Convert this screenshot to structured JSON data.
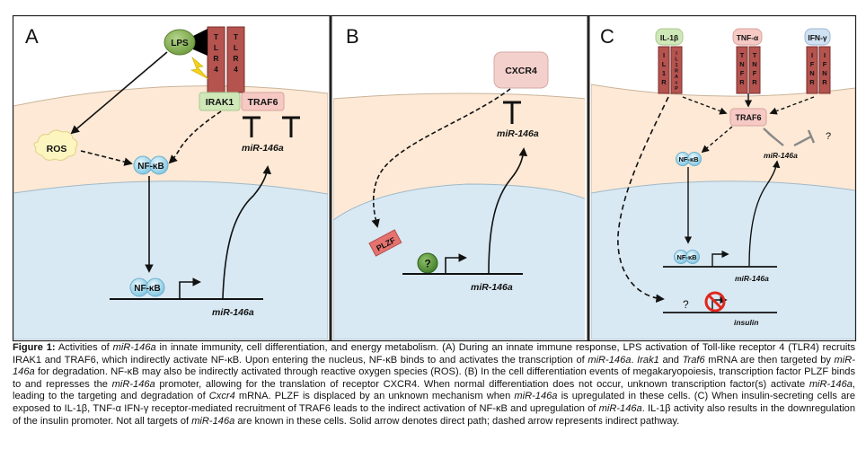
{
  "panels": {
    "a": {
      "letter": "A",
      "lps": "LPS",
      "tlr4_left": [
        "T",
        "L",
        "R",
        "4"
      ],
      "tlr4_right": [
        "T",
        "L",
        "R",
        "4"
      ],
      "irak1": "IRAK1",
      "traf6": "TRAF6",
      "ros": "ROS",
      "nfkb_cyto": "NF-κB",
      "nfkb_nuc": "NF-κB",
      "mir_cyto": "miR-146a",
      "mir_gene": "miR-146a"
    },
    "b": {
      "letter": "B",
      "cxcr4": "CXCR4",
      "mir_cyto": "miR-146a",
      "plzf": "PLZF",
      "unknown": "?",
      "mir_gene": "miR-146a"
    },
    "c": {
      "letter": "C",
      "il1b": "IL-1β",
      "tnfa": "TNF-α",
      "ifng": "IFN-γ",
      "il1r_left": [
        "I",
        "L",
        "1",
        "R"
      ],
      "il1r_right": [
        "I",
        "L",
        "1",
        "R",
        "A",
        "c",
        "P"
      ],
      "tnfr_left": [
        "T",
        "N",
        "F",
        "R"
      ],
      "tnfr_right": [
        "T",
        "N",
        "F",
        "R"
      ],
      "ifnr_left": [
        "I",
        "F",
        "N",
        "R"
      ],
      "ifnr_right": [
        "I",
        "F",
        "N",
        "R"
      ],
      "traf6": "TRAF6",
      "mir_cyto": "miR-146a",
      "question_top": "?",
      "nfkb_cyto": "NF-κB",
      "nfkb_nuc": "NF-κB",
      "mir_gene": "miR-146a",
      "question_bottom": "?",
      "insulin": "insulin"
    }
  },
  "caption": {
    "label": "Figure 1:",
    "s01": " Activities of ",
    "s02": "miR-146a",
    "s03": " in innate immunity, cell differentiation, and energy metabolism. (A) During an innate immune response, LPS activation of Toll-like receptor 4 (TLR4) recruits IRAK1 and TRAF6, which indirectly activate NF-κB. Upon entering the nucleus, NF-κB binds to and activates the transcription of ",
    "s04": "miR-146a",
    "s05": ". ",
    "s06": "Irak1",
    "s07": " and ",
    "s08": "Traf6",
    "s09": " mRNA are then targeted by ",
    "s10": "miR-146a",
    "s11": " for degradation. NF-κB may also be indirectly activated through reactive oxygen species (ROS). (B) In the cell differentiation events of megakaryopoiesis, transcription factor PLZF binds to and represses the ",
    "s12": "miR-146a",
    "s13": " promoter, allowing for the translation of receptor CXCR4. When normal differentiation does not occur, unknown transcription factor(s) activate ",
    "s14": "miR-146a",
    "s15": ", leading to the targeting and degradation of ",
    "s16": "Cxcr4",
    "s17": " mRNA. PLZF is displaced by an unknown mechanism when ",
    "s18": "miR-146a",
    "s19": " is upregulated in these cells. (C) When insulin-secreting cells are exposed to IL-1β, TNF-α IFN-γ receptor-mediated recruitment of TRAF6 leads to the indirect activation of NF-κB and upregulation of ",
    "s20": "miR-146a",
    "s21": ". IL-1β activity also results in the downregulation of the insulin promoter. Not all targets of ",
    "s22": "miR-146a",
    "s23": " are known in these cells. Solid arrow denotes direct path; dashed arrow represents indirect pathway."
  }
}
